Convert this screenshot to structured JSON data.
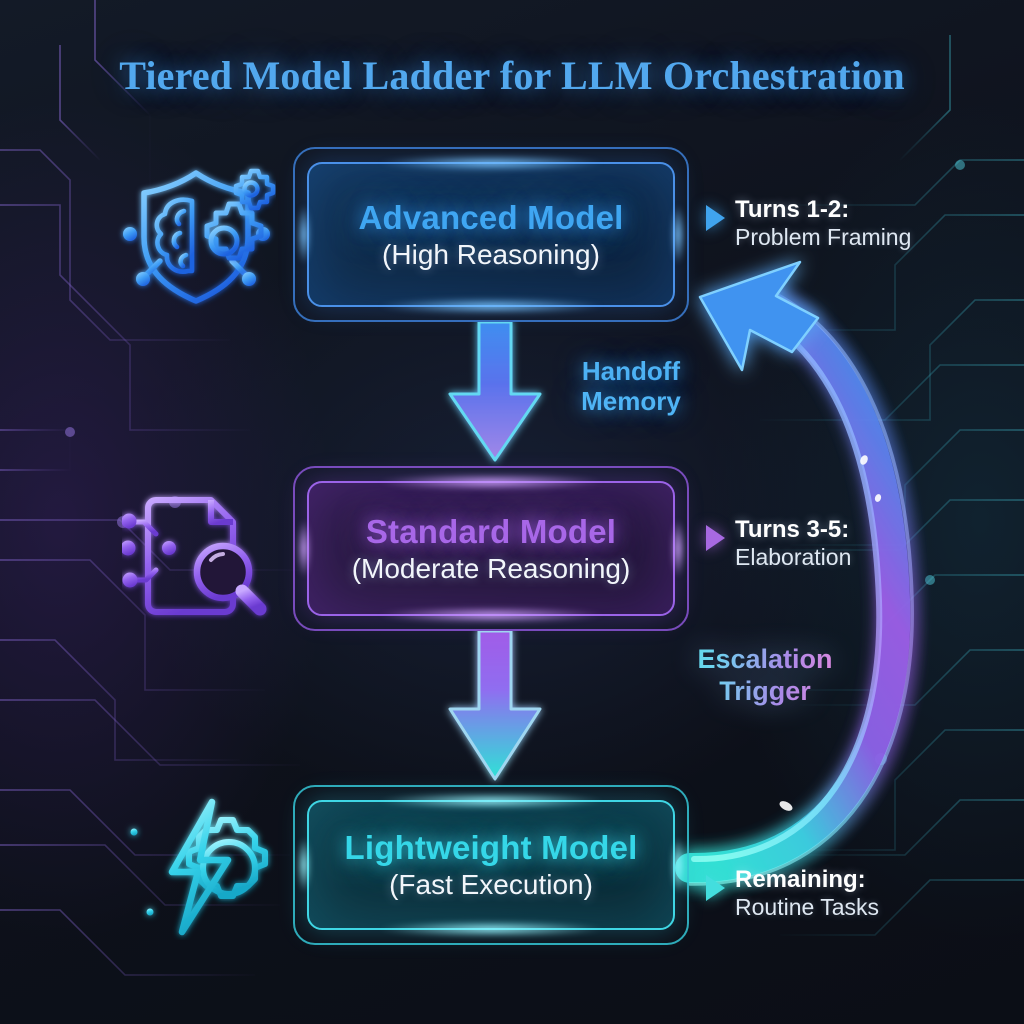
{
  "title": "Tiered Model Ladder for LLM Orchestration",
  "tiers": [
    {
      "id": "advanced",
      "name": "Advanced Model",
      "subtitle": "(High Reasoning)",
      "color": "#3fa6f2",
      "icon": "brain-shield-gear-icon"
    },
    {
      "id": "standard",
      "name": "Standard Model",
      "subtitle": "(Moderate Reasoning)",
      "color": "#a867e8",
      "icon": "document-magnifier-circuit-icon"
    },
    {
      "id": "lightweight",
      "name": "Lightweight Model",
      "subtitle": "(Fast Execution)",
      "color": "#35d7e8",
      "icon": "lightning-gear-speed-icon"
    }
  ],
  "flow_labels": {
    "handoff": "Handoff\nMemory",
    "handoff_line1": "Handoff",
    "handoff_line2": "Memory",
    "escalation_line1": "Escalation",
    "escalation_line2": "Trigger"
  },
  "annotations": [
    {
      "head": "Turns 1-2:",
      "body": "Problem Framing",
      "marker_color": "#40a4ee"
    },
    {
      "head": "Turns 3-5:",
      "body": "Elaboration",
      "marker_color": "#a869e2"
    },
    {
      "head": "Remaining:",
      "body": "Routine Tasks",
      "marker_color": "#43dede"
    }
  ],
  "chart_data": {
    "type": "diagram",
    "title": "Tiered Model Ladder for LLM Orchestration",
    "nodes": [
      {
        "id": "advanced",
        "label": "Advanced Model",
        "sublabel": "(High Reasoning)",
        "tier": 1,
        "color": "#3fa6f2",
        "turns": "Turns 1-2:",
        "phase": "Problem Framing"
      },
      {
        "id": "standard",
        "label": "Standard Model",
        "sublabel": "(Moderate Reasoning)",
        "tier": 2,
        "color": "#a867e8",
        "turns": "Turns 3-5:",
        "phase": "Elaboration"
      },
      {
        "id": "lightweight",
        "label": "Lightweight Model",
        "sublabel": "(Fast Execution)",
        "tier": 3,
        "color": "#35d7e8",
        "turns": "Remaining:",
        "phase": "Routine Tasks"
      }
    ],
    "edges": [
      {
        "from": "advanced",
        "to": "standard",
        "label": "Handoff Memory",
        "style": "straight-arrow-down"
      },
      {
        "from": "standard",
        "to": "lightweight",
        "label": "Handoff Memory",
        "style": "straight-arrow-down"
      },
      {
        "from": "lightweight",
        "to": "advanced",
        "label": "Escalation Trigger",
        "style": "curved-arrow-up"
      }
    ]
  }
}
